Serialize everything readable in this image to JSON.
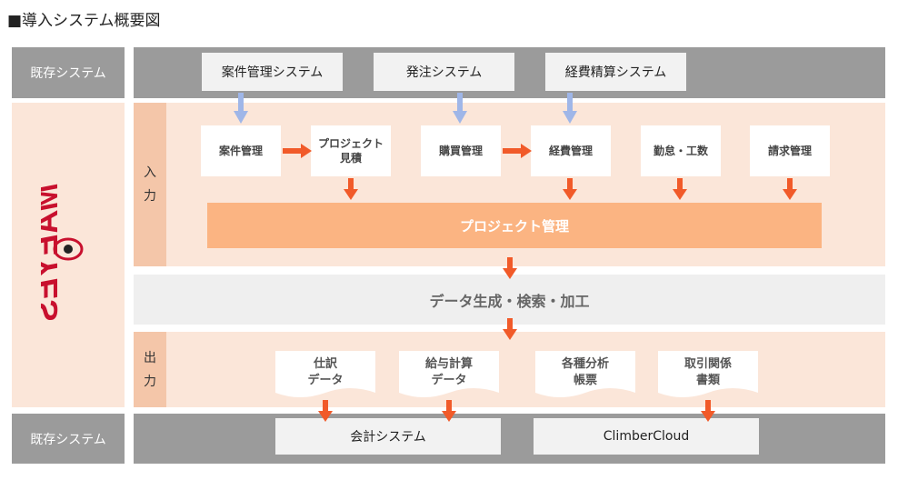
{
  "title": "■導入システム概要図",
  "bands": {
    "top_label": "既存システム",
    "bottom_label": "既存システム"
  },
  "existing_top": {
    "s1": "案件管理システム",
    "s2": "発注システム",
    "s3": "経費精算システム"
  },
  "input": {
    "label_line1": "入",
    "label_line2": "力",
    "m1": "案件管理",
    "m2_line1": "プロジェクト",
    "m2_line2": "見積",
    "m3": "購買管理",
    "m4": "経費管理",
    "m5": "勤怠・工数",
    "m6": "請求管理",
    "project": "プロジェクト管理"
  },
  "data_processing": "データ生成・検索・加工",
  "output": {
    "label_line1": "出",
    "label_line2": "力",
    "d1_line1": "仕訳",
    "d1_line2": "データ",
    "d2_line1": "給与計算",
    "d2_line2": "データ",
    "d3_line1": "各種分析",
    "d3_line2": "帳票",
    "d4_line1": "取引関係",
    "d4_line2": "書類"
  },
  "existing_bottom": {
    "s1": "会計システム",
    "s2": "ClimberCloud"
  },
  "logo": "MAEYES",
  "colors": {
    "gray_band": "#9b9b9b",
    "peach": "#fbe6d9",
    "peach_dark": "#f4c6a9",
    "orange_bar": "#fbb482",
    "arrow_orange": "#f15a29",
    "arrow_blue": "#9fb6e8",
    "logo_red": "#c8102e"
  }
}
